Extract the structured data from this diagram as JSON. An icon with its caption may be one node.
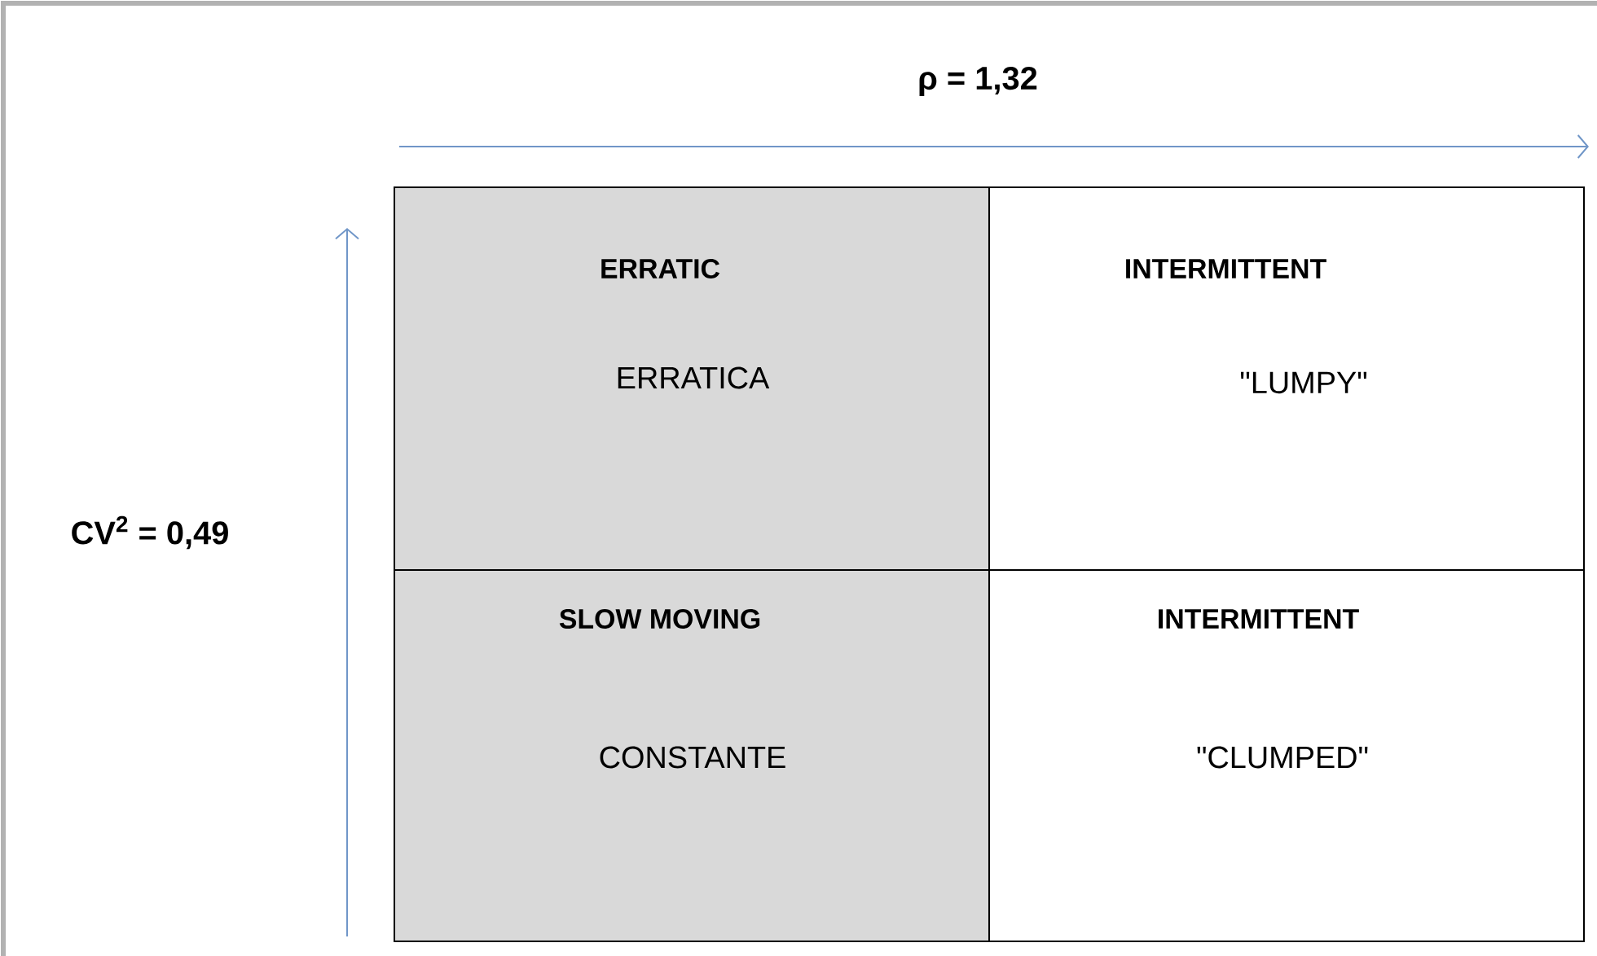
{
  "diagram": {
    "nodes": [
      {
        "text": [
          "ERRATIC",
          "ERRATICA"
        ]
      },
      {
        "text": [
          "INTERMITTENT",
          "\"LUMPY\""
        ]
      },
      {
        "text": [
          "SLOW MOVING",
          "CONSTANTE"
        ]
      },
      {
        "text": [
          "INTERMITTENT",
          "\"CLUMPED\""
        ]
      }
    ],
    "labels": [
      "ρ = 1,32",
      "CV$^{2}$ = 0,49"
    ]
  }
}
